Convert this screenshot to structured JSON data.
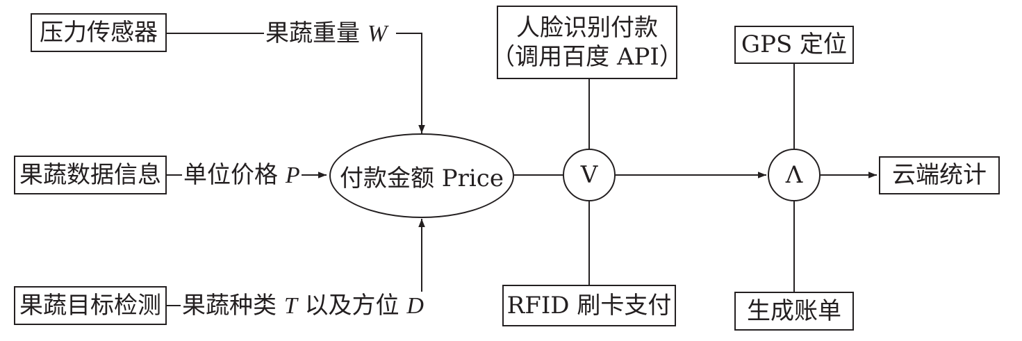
{
  "nodes": {
    "pressure_sensor": "压力传感器",
    "produce_data": "果蔬数据信息",
    "produce_detection": "果蔬目标检测",
    "face_pay_line1": "人脸识别付款",
    "face_pay_line2": "（调用百度 API）",
    "rfid_pay": "RFID 刷卡支付",
    "gps": "GPS 定位",
    "generate_bill": "生成账单",
    "cloud_stats": "云端统计",
    "payment_amount": "付款金额 Price",
    "or_gate": "V",
    "and_gate": "Λ"
  },
  "edges": {
    "weight_text": "果蔬重量 ",
    "weight_var": "W",
    "price_text": "单位价格 ",
    "price_var": "P",
    "type_text": "果蔬种类 ",
    "type_var": "T",
    "type_mid": " 以及方位 ",
    "pos_var": "D"
  },
  "colors": {
    "stroke": "#231f20",
    "background": "#ffffff"
  }
}
